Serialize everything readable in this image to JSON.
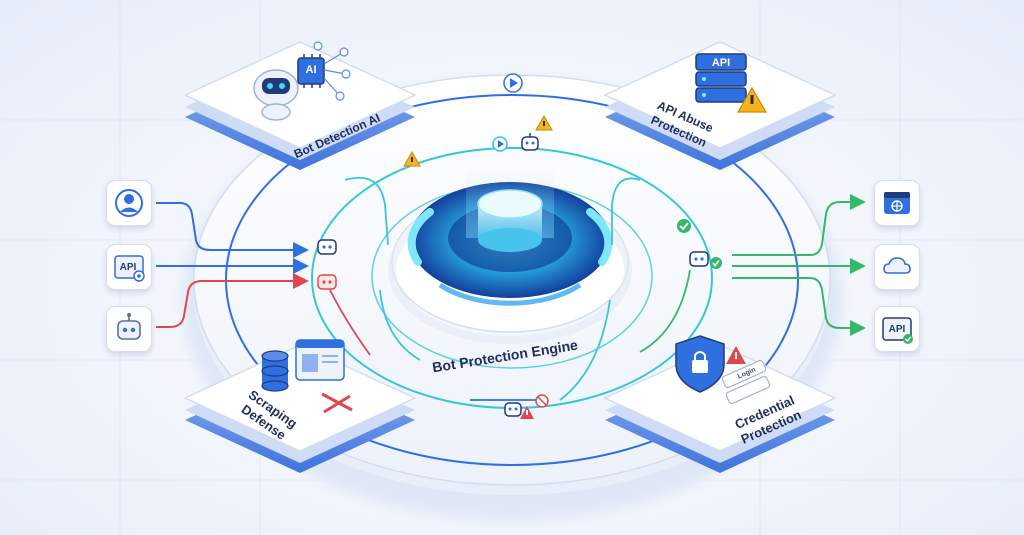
{
  "engine": {
    "label": "Bot Protection Engine"
  },
  "modules": {
    "bot_detection": {
      "label": "Bot Detection AI",
      "icon_text": "AI"
    },
    "api_abuse": {
      "label_line1": "API Abuse",
      "label_line2": "Protection",
      "icon_text": "API"
    },
    "scraping": {
      "label_line1": "Scraping",
      "label_line2": "Defense"
    },
    "credential": {
      "label_line1": "Credential",
      "label_line2": "Protection",
      "login_text": "Login"
    }
  },
  "inputs": [
    {
      "icon": "user-icon"
    },
    {
      "icon": "api-client-icon",
      "text": "API"
    },
    {
      "icon": "bot-icon"
    }
  ],
  "outputs": [
    {
      "icon": "web-app-icon"
    },
    {
      "icon": "cloud-icon"
    },
    {
      "icon": "api-icon",
      "text": "API"
    }
  ],
  "colors": {
    "primary": "#2f6fe0",
    "accent": "#34c6e0",
    "allowed": "#35b86a",
    "blocked": "#e0474c",
    "warning": "#f5b31c"
  }
}
